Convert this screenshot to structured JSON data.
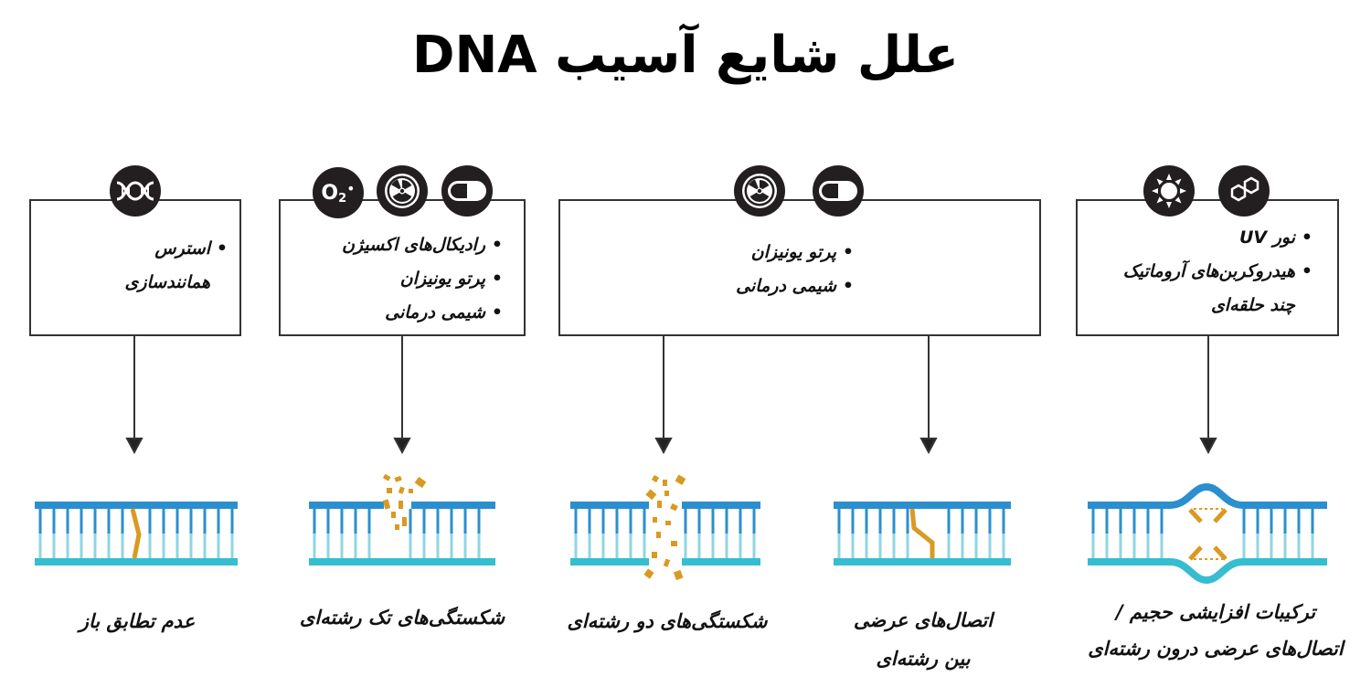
{
  "title": "علل شایع آسیب DNA",
  "icons": {
    "dna": "dna-helix-icon",
    "oxygen": "oxygen-radical-icon",
    "radiation": "radiation-icon",
    "pill": "pill-icon",
    "sun": "sun-uv-icon",
    "molecule": "aromatic-ring-icon",
    "oxygen_text": "O"
  },
  "boxes": [
    {
      "items": [
        "استرس",
        "همانندسازی"
      ]
    },
    {
      "items": [
        "رادیکال‌های اکسیژن",
        "پرتو یونیزان",
        "شیمی درمانی"
      ]
    },
    {
      "items": [
        "پرتو یونیزان",
        "شیمی درمانی"
      ]
    },
    {
      "items": [
        "نور UV",
        "هیدروکربن‌های آروماتیک",
        "چند حلقه‌ای"
      ]
    }
  ],
  "outcomes": [
    {
      "line1": "عدم تطابق باز"
    },
    {
      "line1": "شکستگی‌های تک رشته‌ای"
    },
    {
      "line1": "شکستگی‌های دو رشته‌ای"
    },
    {
      "line1": "اتصال‌های عرضی",
      "line2": "بین رشته‌ای"
    },
    {
      "line1": "ترکیبات افزایشی حجیم /",
      "line2": "اتصال‌های عرضی درون رشته‌ای"
    }
  ],
  "colors": {
    "strand_top": "#2b8fce",
    "strand_bottom": "#36bdd0",
    "rung_top": "#2b8fce",
    "rung_bottom": "#8fd6e2",
    "damage": "#d99a22",
    "border": "#333333",
    "icon_bg": "#231f20"
  }
}
